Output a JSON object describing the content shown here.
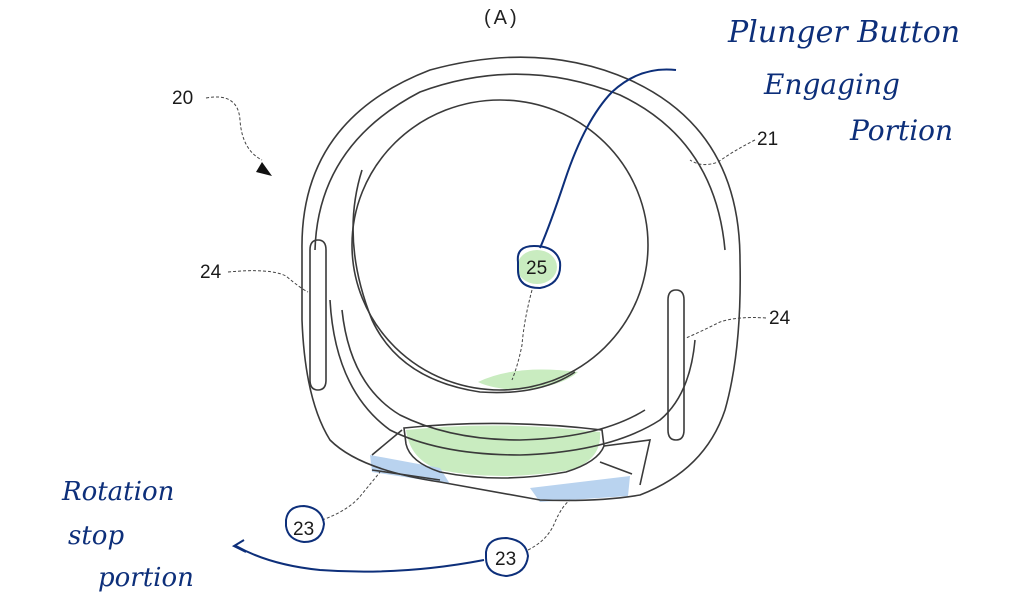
{
  "figure_label": "(A)",
  "reference_numerals": {
    "device": "20",
    "outer_ring": "21",
    "rotation_stop_left": "23",
    "rotation_stop_right": "23",
    "slot_left": "24",
    "slot_right": "24",
    "engaging_portion": "25"
  },
  "annotations": {
    "plunger_line1": "Plunger Button",
    "plunger_line2": "Engaging",
    "plunger_line3": "Portion",
    "rotation_line1": "Rotation",
    "rotation_line2": "stop",
    "rotation_line3": "portion"
  },
  "colors": {
    "ink": "#0d2f7a",
    "green_highlight": "#c9ecc0",
    "blue_highlight": "#b9d3ef"
  }
}
